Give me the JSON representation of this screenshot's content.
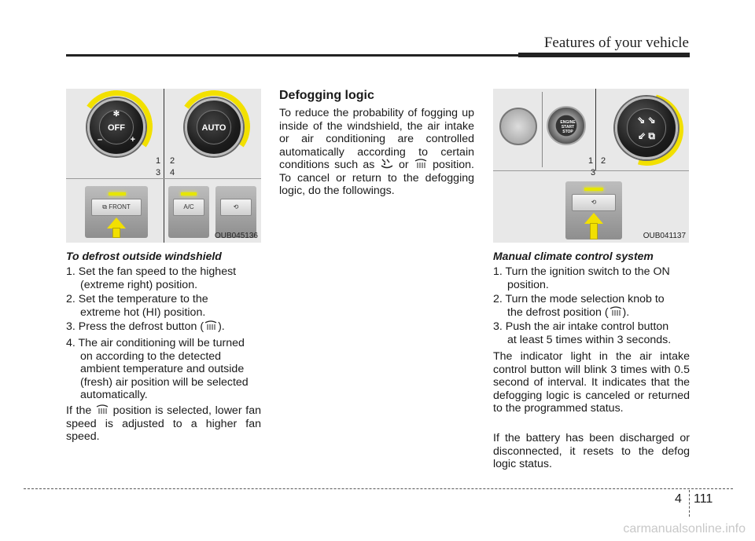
{
  "header": {
    "title": "Features of your vehicle"
  },
  "left_figure": {
    "code": "OUB045136",
    "numbers": [
      "1",
      "2",
      "3",
      "4"
    ],
    "knob1_label": "OFF",
    "knob2_label": "AUTO",
    "minus": "–",
    "plus": "+",
    "btn_front": "FRONT",
    "btn_ac": "A/C"
  },
  "right_figure": {
    "code": "OUB041137",
    "numbers": [
      "1",
      "2",
      "3"
    ],
    "start_label": "ENGINE START STOP"
  },
  "left_section": {
    "heading": "To defrost outside windshield",
    "steps": [
      [
        "1. Set the fan speed to the highest",
        "(extreme right) position."
      ],
      [
        "2. Set the temperature to the",
        "extreme hot (HI) position."
      ],
      [
        "3. Press the defrost button (",
        ")."
      ],
      [
        "4. The air conditioning will be turned",
        "on according to the detected",
        "ambient temperature and outside",
        "(fresh) air position will be selected",
        "automatically."
      ]
    ],
    "note_before": "If the",
    "note_after": "position is selected, lower",
    "note_rest": "fan speed is adjusted to a higher fan speed."
  },
  "middle_section": {
    "heading": "Defogging logic",
    "para1": "To reduce the probability of fogging up inside of the windshield, the air intake or air conditioning are controlled automatically according to certain conditions such as",
    "or": "or",
    "para2": "position. To cancel or return to the defogging logic, do the followings."
  },
  "right_section": {
    "heading": "Manual climate control system",
    "steps": [
      [
        "1. Turn the ignition switch to the ON",
        "position."
      ],
      [
        "2. Turn the mode selection knob to",
        "the defrost position ("
      ],
      [
        "3. Push the air intake control button",
        "at least 5 times within 3 seconds."
      ]
    ],
    "step2_end": ").",
    "para1": "The indicator light in the air intake control button will blink 3 times with 0.5 second of interval. It indicates that the defogging logic is canceled or returned to the programmed status.",
    "para2": "If the battery has been discharged or disconnected, it resets to the defog logic status."
  },
  "footer": {
    "section": "4",
    "page": "111"
  },
  "watermark": "carmanualsonline.info",
  "colors": {
    "led": "#e6e600",
    "arrow": "#f2e000",
    "rule": "#222222"
  }
}
